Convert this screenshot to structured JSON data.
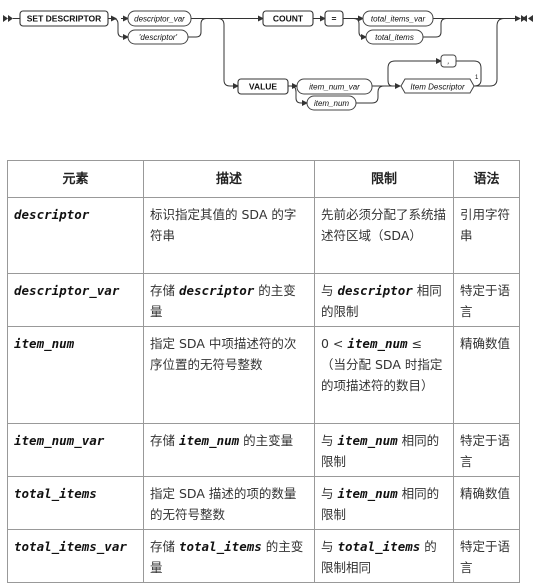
{
  "diagram": {
    "set_descriptor": "SET DESCRIPTOR",
    "descriptor_var": "descriptor_var",
    "descriptor_literal": "'descriptor'",
    "count": "COUNT",
    "equals": "=",
    "total_items_var": "total_items_var",
    "total_items": "total_items",
    "value": "VALUE",
    "item_num_var": "item_num_var",
    "item_num": "item_num",
    "loop_separator": ",",
    "item_descriptor": "Item Descriptor",
    "footnote_marker": "1"
  },
  "table": {
    "headers": [
      "元素",
      "描述",
      "限制",
      "语法"
    ],
    "rows": [
      {
        "element": "descriptor",
        "description": "标识指定其值的 SDA 的字符串",
        "restriction": "先前必须分配了系统描述符区域（SDA）",
        "syntax": "引用字符串"
      },
      {
        "element": "descriptor_var",
        "description": {
          "pre": "存储 ",
          "em": "descriptor",
          "post": " 的主变量"
        },
        "restriction": {
          "pre": "与 ",
          "em": "descriptor",
          "post": " 相同的限制"
        },
        "syntax": "特定于语言"
      },
      {
        "element": "item_num",
        "description": "指定 SDA 中项描述符的次序位置的无符号整数",
        "restriction": {
          "pre": "0 < ",
          "em": "item_num",
          "post": " ≤ （当分配 SDA 时指定的项描述符的数目）"
        },
        "syntax": "精确数值"
      },
      {
        "element": "item_num_var",
        "description": {
          "pre": "存储 ",
          "em": "item_num",
          "post": " 的主变量"
        },
        "restriction": {
          "pre": "与 ",
          "em": "item_num",
          "post": " 相同的限制"
        },
        "syntax": "特定于语言"
      },
      {
        "element": "total_items",
        "description": "指定 SDA 描述的项的数量的无符号整数",
        "restriction": {
          "pre": "与 ",
          "em": "item_num",
          "post": " 相同的限制"
        },
        "syntax": "精确数值"
      },
      {
        "element": "total_items_var",
        "description": {
          "pre": "存储 ",
          "em": "total_items",
          "post": " 的主变量"
        },
        "restriction": {
          "pre": "与 ",
          "em": "total_items",
          "post": " 的限制相同"
        },
        "syntax": "特定于语言"
      }
    ]
  }
}
